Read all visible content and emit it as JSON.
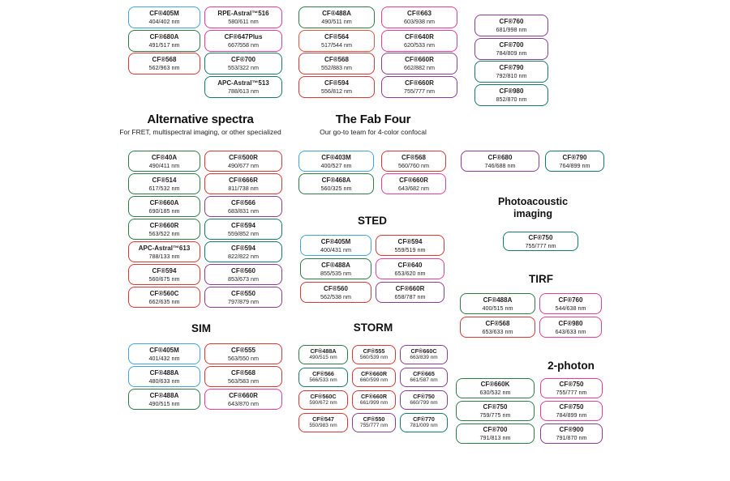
{
  "colors": {
    "blue": "#41a5de",
    "green": "#2e7d49",
    "red": "#da3832",
    "orange": "#e2573d",
    "pink": "#ea3c96",
    "purple": "#8c3d92",
    "teal": "#167a6e"
  },
  "chart_data": {
    "type": "table",
    "headings": {
      "alternative_title": "Alternative spectra",
      "alternative_subtitle": "For FRET, multispectral imaging, or other specialized",
      "fabfour_title": "The Fab Four",
      "fabfour_subtitle": "Our go-to team for 4-color confocal",
      "sted": "STED",
      "photoacoustic": "Photoacoustic imaging",
      "tirf": "TIRF",
      "sim": "SIM",
      "storm": "STORM",
      "twophoton": "2-photon"
    },
    "sections": {
      "top1": {
        "columns": [
          {
            "w": 89,
            "boxes": [
              {
                "name": "CF®405M",
                "nm": "404/402 nm",
                "c": "blue"
              },
              {
                "name": "CF®680A",
                "nm": "491/517 nm",
                "c": "green"
              },
              {
                "name": "CF®568",
                "nm": "562/963 nm",
                "c": "red"
              }
            ]
          }
        ]
      },
      "top2": {
        "columns": [
          {
            "w": 96,
            "boxes": [
              {
                "name": "RPE-Astral™516",
                "nm": "580/611 nm",
                "c": "pink"
              },
              {
                "name": "CF®647Plus",
                "nm": "667/558 nm",
                "c": "pink"
              },
              {
                "name": "CF®700",
                "nm": "553/322 nm",
                "c": "teal"
              },
              {
                "name": "APC-Astral™513",
                "nm": "788/613 nm",
                "c": "teal"
              }
            ]
          }
        ]
      },
      "top3": {
        "columns": [
          {
            "w": 94,
            "boxes": [
              {
                "name": "CF®488A",
                "nm": "490/511 nm",
                "c": "green"
              },
              {
                "name": "CF®564",
                "nm": "517/544 nm",
                "c": "orange"
              },
              {
                "name": "CF®568",
                "nm": "552/883 nm",
                "c": "red"
              },
              {
                "name": "CF®594",
                "nm": "556/812 nm",
                "c": "red"
              }
            ]
          }
        ]
      },
      "top4": {
        "columns": [
          {
            "w": 94,
            "boxes": [
              {
                "name": "CF®663",
                "nm": "603/938 nm",
                "c": "pink"
              },
              {
                "name": "CF®640R",
                "nm": "620/533 nm",
                "c": "pink"
              },
              {
                "name": "CF®660R",
                "nm": "662/882 nm",
                "c": "purple"
              },
              {
                "name": "CF®660R",
                "nm": "755/777 nm",
                "c": "purple"
              }
            ]
          }
        ]
      },
      "top5": {
        "columns": [
          {
            "w": 91,
            "boxes": [
              {
                "name": "CF®760",
                "nm": "681/998 nm",
                "c": "purple"
              },
              {
                "name": "CF®700",
                "nm": "784/809 nm",
                "c": "purple"
              },
              {
                "name": "CF®790",
                "nm": "792/810 nm",
                "c": "teal"
              },
              {
                "name": "CF®980",
                "nm": "852/870 nm",
                "c": "teal"
              }
            ]
          }
        ]
      },
      "alt": {
        "columns": [
          {
            "w": 89,
            "boxes": [
              {
                "name": "CF®40A",
                "nm": "490/411 nm",
                "c": "green"
              },
              {
                "name": "CF®514",
                "nm": "617/532 nm",
                "c": "green"
              },
              {
                "name": "CF®660A",
                "nm": "690/185 nm",
                "c": "green"
              },
              {
                "name": "CF®660R",
                "nm": "563/522 nm",
                "c": "green"
              },
              {
                "name": "APC-Astral™613",
                "nm": "788/133 nm",
                "c": "red"
              },
              {
                "name": "CF®594",
                "nm": "560/675 nm",
                "c": "red"
              },
              {
                "name": "CF®560C",
                "nm": "662/635 nm",
                "c": "red"
              }
            ]
          },
          {
            "w": 96,
            "boxes": [
              {
                "name": "CF®500R",
                "nm": "490/677 nm",
                "c": "red"
              },
              {
                "name": "CF®666R",
                "nm": "811/738 nm",
                "c": "red"
              },
              {
                "name": "CF®566",
                "nm": "683/831 nm",
                "c": "purple"
              },
              {
                "name": "CF®594",
                "nm": "559/852 nm",
                "c": "teal"
              },
              {
                "name": "CF®594",
                "nm": "822/822 nm",
                "c": "teal"
              },
              {
                "name": "CF®560",
                "nm": "853/673 nm",
                "c": "purple"
              },
              {
                "name": "CF®550",
                "nm": "797/879 nm",
                "c": "purple"
              }
            ]
          }
        ]
      },
      "fab": {
        "columns": [
          {
            "w": 93,
            "boxes": [
              {
                "name": "CF®403M",
                "nm": "400/527 nm",
                "c": "blue"
              },
              {
                "name": "CF®468A",
                "nm": "560/325 nm",
                "c": "green"
              }
            ]
          },
          {
            "w": 80,
            "boxes": [
              {
                "name": "CF®568",
                "nm": "560/760 nm",
                "c": "red"
              },
              {
                "name": "CF®660R",
                "nm": "643/682 nm",
                "c": "pink"
              }
            ]
          }
        ]
      },
      "pair680": {
        "columns": [
          {
            "w": 97,
            "boxes": [
              {
                "name": "CF®680",
                "nm": "746/688 nm",
                "c": "purple"
              }
            ]
          },
          {
            "w": 73,
            "boxes": [
              {
                "name": "CF®790",
                "nm": "764/899 nm",
                "c": "teal"
              }
            ]
          }
        ]
      },
      "photo": {
        "columns": [
          {
            "w": 93,
            "boxes": [
              {
                "name": "CF®750",
                "nm": "755/777 nm",
                "c": "teal"
              }
            ]
          }
        ]
      },
      "sted": {
        "columns": [
          {
            "w": 88,
            "boxes": [
              {
                "name": "CF®405M",
                "nm": "400/431 nm",
                "c": "blue"
              },
              {
                "name": "CF®488A",
                "nm": "855/535 nm",
                "c": "green"
              },
              {
                "name": "CF®560",
                "nm": "562/538 nm",
                "c": "red"
              }
            ]
          },
          {
            "w": 85,
            "boxes": [
              {
                "name": "CF®594",
                "nm": "559/519 nm",
                "c": "red"
              },
              {
                "name": "CF®640",
                "nm": "653/620 nm",
                "c": "pink"
              },
              {
                "name": "CF®660R",
                "nm": "658/787 nm",
                "c": "purple"
              }
            ]
          }
        ]
      },
      "tirf": {
        "columns": [
          {
            "w": 93,
            "boxes": [
              {
                "name": "CF®488A",
                "nm": "400/515 nm",
                "c": "green"
              },
              {
                "name": "CF®568",
                "nm": "653/633 nm",
                "c": "red"
              }
            ]
          },
          {
            "w": 77,
            "boxes": [
              {
                "name": "CF®760",
                "nm": "544/638 nm",
                "c": "pink"
              },
              {
                "name": "CF®980",
                "nm": "643/633 nm",
                "c": "pink"
              }
            ]
          }
        ]
      },
      "sim": {
        "columns": [
          {
            "w": 89,
            "boxes": [
              {
                "name": "CF®405M",
                "nm": "401/432 nm",
                "c": "blue"
              },
              {
                "name": "CF®488A",
                "nm": "480/633 nm",
                "c": "blue"
              },
              {
                "name": "CF®488A",
                "nm": "490/515 nm",
                "c": "green"
              }
            ]
          },
          {
            "w": 96,
            "boxes": [
              {
                "name": "CF®555",
                "nm": "563/550 nm",
                "c": "red"
              },
              {
                "name": "CF®568",
                "nm": "563/583 nm",
                "c": "red"
              },
              {
                "name": "CF®660R",
                "nm": "643/870 nm",
                "c": "pink"
              }
            ]
          }
        ]
      },
      "storm": {
        "columns": [
          {
            "w": 61,
            "boxes": [
              {
                "name": "CF®488A",
                "nm": "490/515 nm",
                "c": "green"
              },
              {
                "name": "CF®566",
                "nm": "566/533 nm",
                "c": "teal"
              },
              {
                "name": "CF®560C",
                "nm": "590/672 nm",
                "c": "red"
              },
              {
                "name": "CF®547",
                "nm": "550/983 nm",
                "c": "red"
              }
            ]
          },
          {
            "w": 54,
            "boxes": [
              {
                "name": "CF®555",
                "nm": "560/539 nm",
                "c": "red"
              },
              {
                "name": "CF®660R",
                "nm": "660/599 nm",
                "c": "red"
              },
              {
                "name": "CF®660R",
                "nm": "661/999 nm",
                "c": "red"
              },
              {
                "name": "CF®550",
                "nm": "755/777 nm",
                "c": "purple"
              }
            ]
          },
          {
            "w": 59,
            "boxes": [
              {
                "name": "CF®660C",
                "nm": "663/839 nm",
                "c": "purple"
              },
              {
                "name": "CF®665",
                "nm": "661/587 nm",
                "c": "purple"
              },
              {
                "name": "CF®750",
                "nm": "660/799 nm",
                "c": "purple"
              },
              {
                "name": "CF®770",
                "nm": "781/009 nm",
                "c": "teal"
              }
            ]
          }
        ]
      },
      "twophoton": {
        "columns": [
          {
            "w": 97,
            "boxes": [
              {
                "name": "CF®660K",
                "nm": "630/532 nm",
                "c": "green"
              },
              {
                "name": "CF®750",
                "nm": "759/775 nm",
                "c": "green"
              },
              {
                "name": "CF®700",
                "nm": "791/813 nm",
                "c": "green"
              }
            ]
          },
          {
            "w": 77,
            "boxes": [
              {
                "name": "CF®750",
                "nm": "755/777 nm",
                "c": "pink"
              },
              {
                "name": "CF®750",
                "nm": "784/899 nm",
                "c": "pink"
              },
              {
                "name": "CF®900",
                "nm": "791/870 nm",
                "c": "purple"
              }
            ]
          }
        ]
      }
    }
  }
}
